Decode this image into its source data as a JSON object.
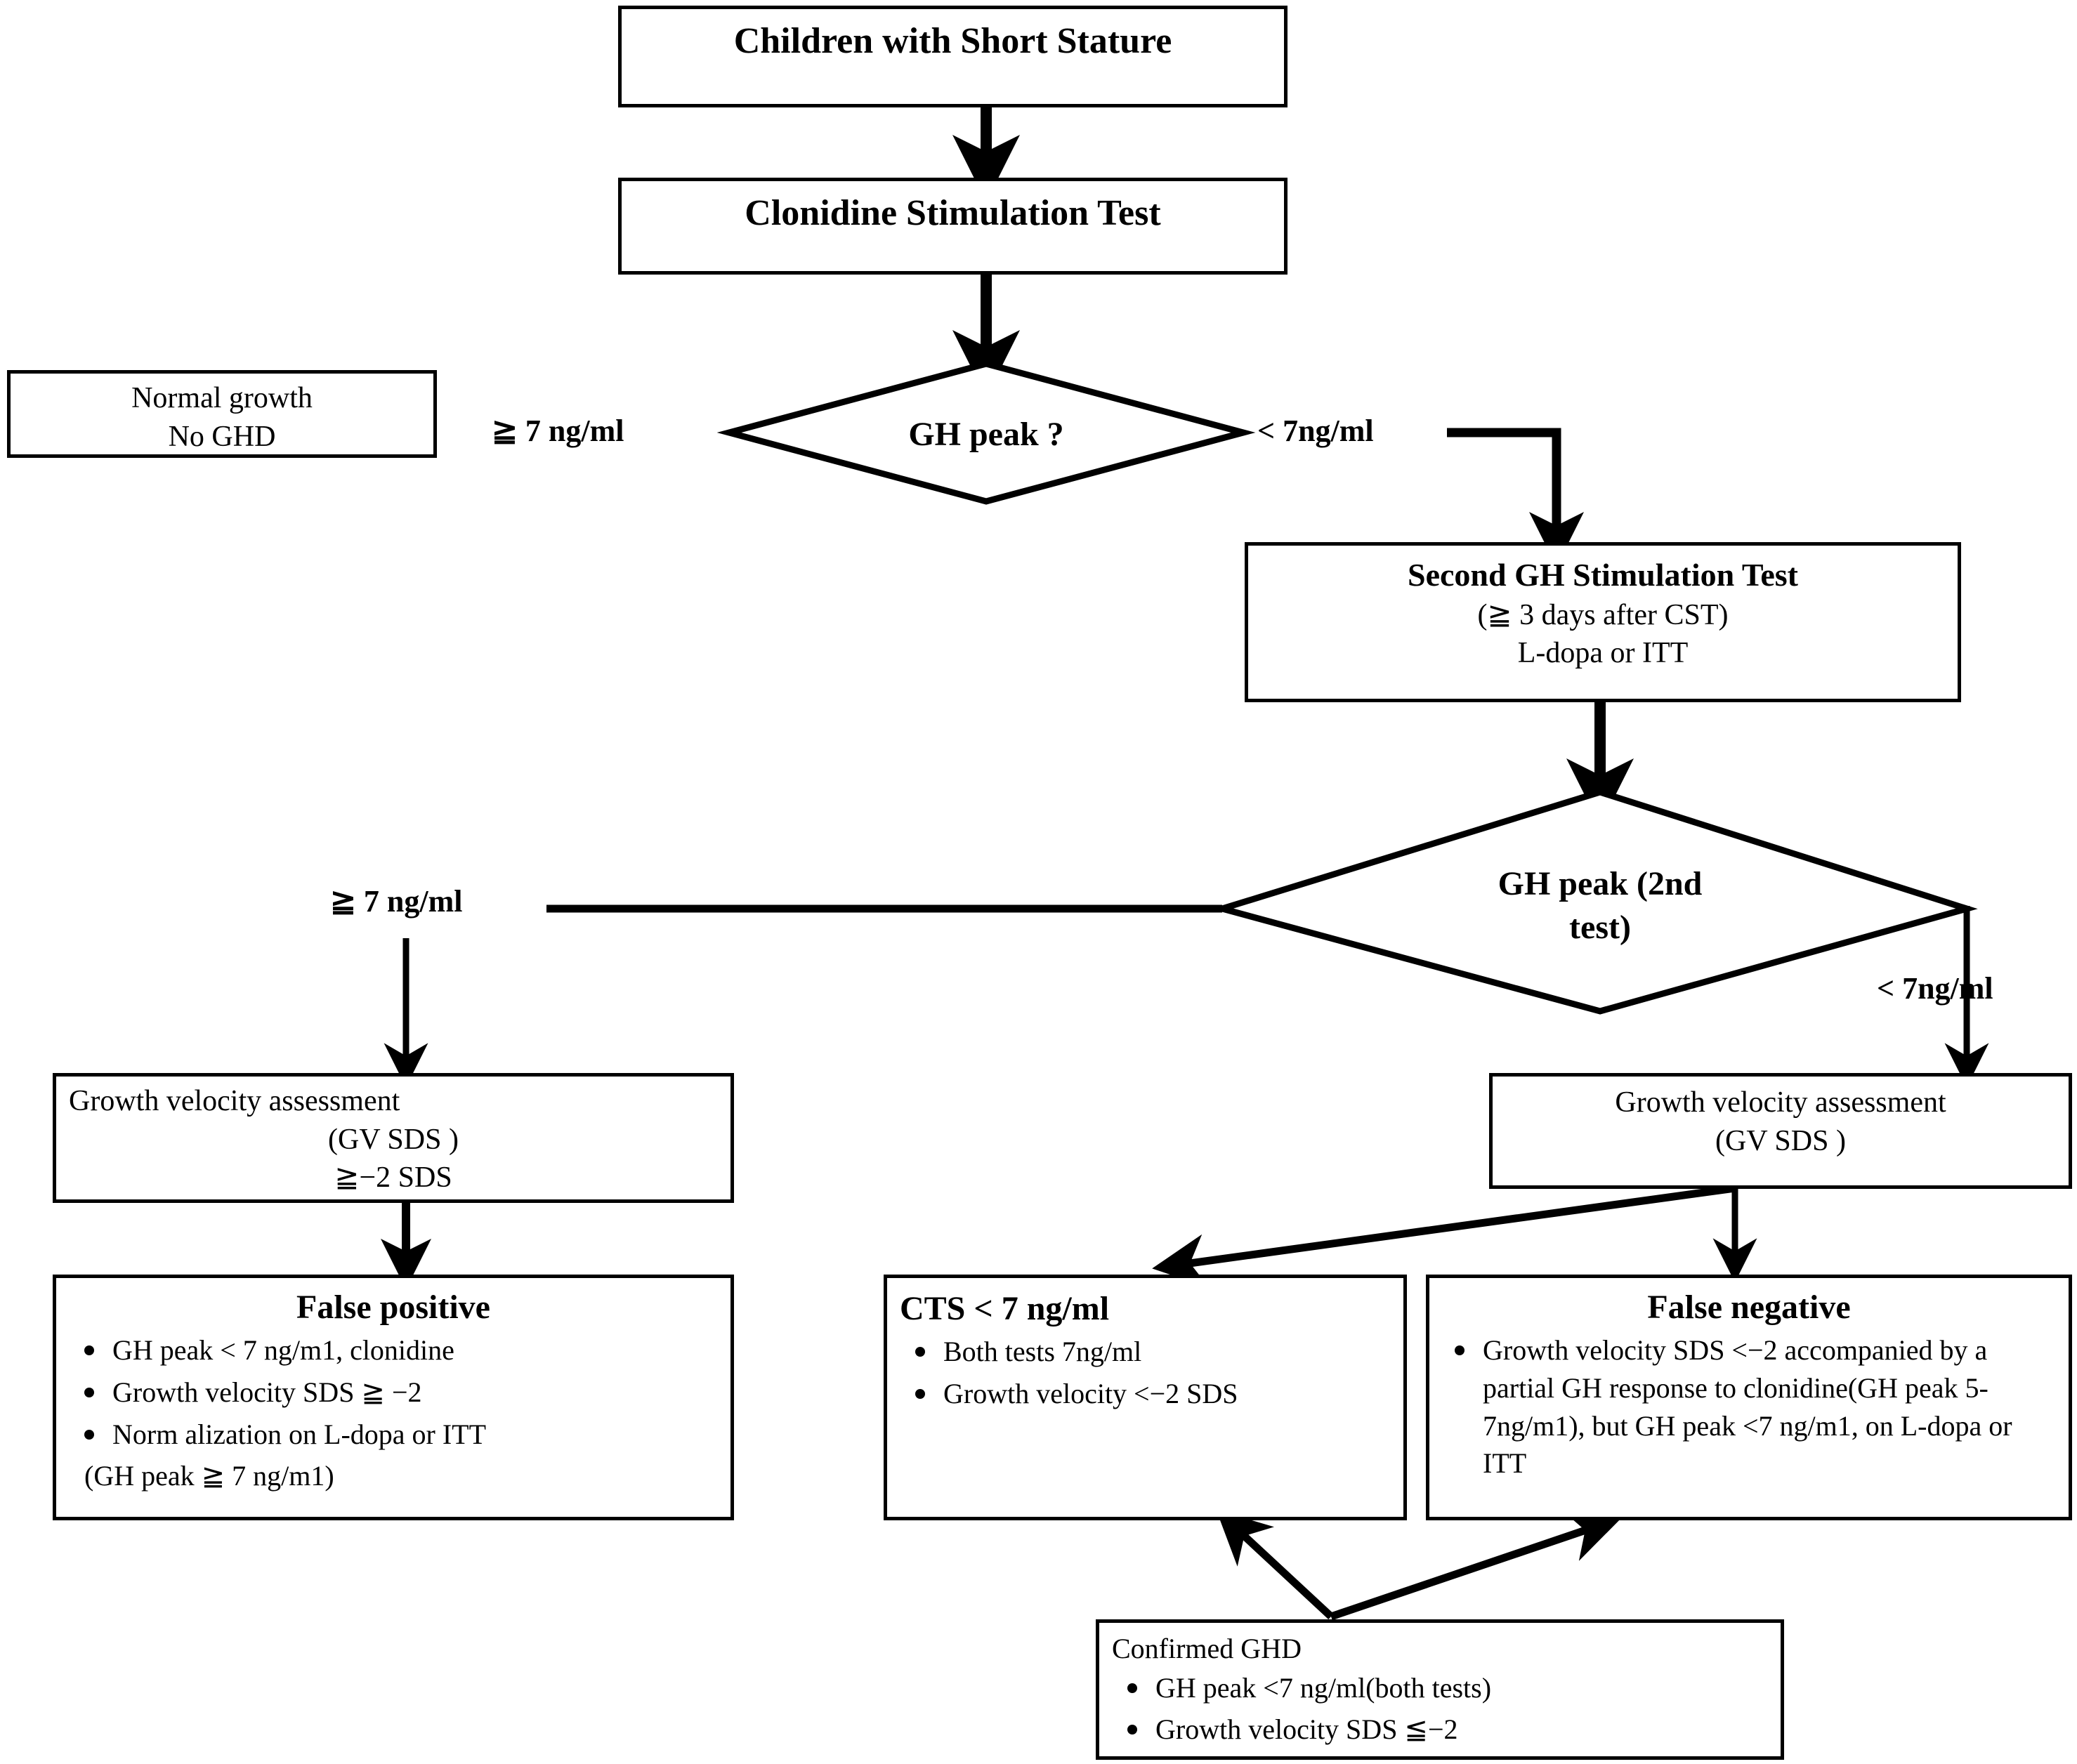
{
  "diagram": {
    "title": "Diagnostic flowchart for growth hormone deficiency in children with short stature",
    "nodes": {
      "children_short_stature": {
        "label": "Children with Short Stature"
      },
      "clonidine_test": {
        "label": "Clonidine Stimulation  Test"
      },
      "normal_growth": {
        "line1": "Normal growth",
        "line2": "No GHD"
      },
      "gh_peak_decision": {
        "label": "GH peak ?"
      },
      "second_test": {
        "line1": "Second GH Stimulation Test",
        "line2": "(≧ 3 days after CST)",
        "line3": "L-dopa or ITT"
      },
      "gh_peak_2nd_decision": {
        "line1": "GH peak (2nd",
        "line2": "test)"
      },
      "gv_assessment_left": {
        "line1": "Growth  velocity assessment",
        "line2": "(GV SDS )",
        "line3": "≧−2 SDS"
      },
      "gv_assessment_right": {
        "line1": "Growth  velocity assessment",
        "line2": "(GV SDS )"
      },
      "false_positive": {
        "title": "False positive",
        "bullets": [
          "GH peak < 7 ng/m1, clonidine",
          "Growth velocity SDS ≧ −2",
          "Norm alization on L-dopa or ITT"
        ],
        "extra_line": "(GH peak  ≧ 7 ng/m1)"
      },
      "cts_box": {
        "title": "CTS < 7 ng/ml",
        "bullets": [
          "Both tests  7ng/ml",
          "Growth velocity <−2 SDS"
        ]
      },
      "false_negative": {
        "title": "False negative",
        "bullets": [
          "Growth velocity SDS <−2 accompanied  by a partial GH response to clonidine(GH peak 5-7ng/m1), but GH peak <7 ng/m1, on L-dopa or ITT"
        ]
      },
      "confirmed_ghd": {
        "title": "Confirmed GHD",
        "bullets": [
          "GH peak <7 ng/ml(both tests)",
          "Growth velocity  SDS ≦−2"
        ]
      }
    },
    "edge_labels": {
      "gh_peak_ge": "≧ 7 ng/ml",
      "gh_peak_lt": "< 7ng/ml",
      "gh_peak2_ge": "≧ 7 ng/ml",
      "gh_peak2_lt": "< 7ng/ml"
    },
    "colors": {
      "stroke": "#000000",
      "background": "#ffffff",
      "text": "#000000"
    }
  }
}
